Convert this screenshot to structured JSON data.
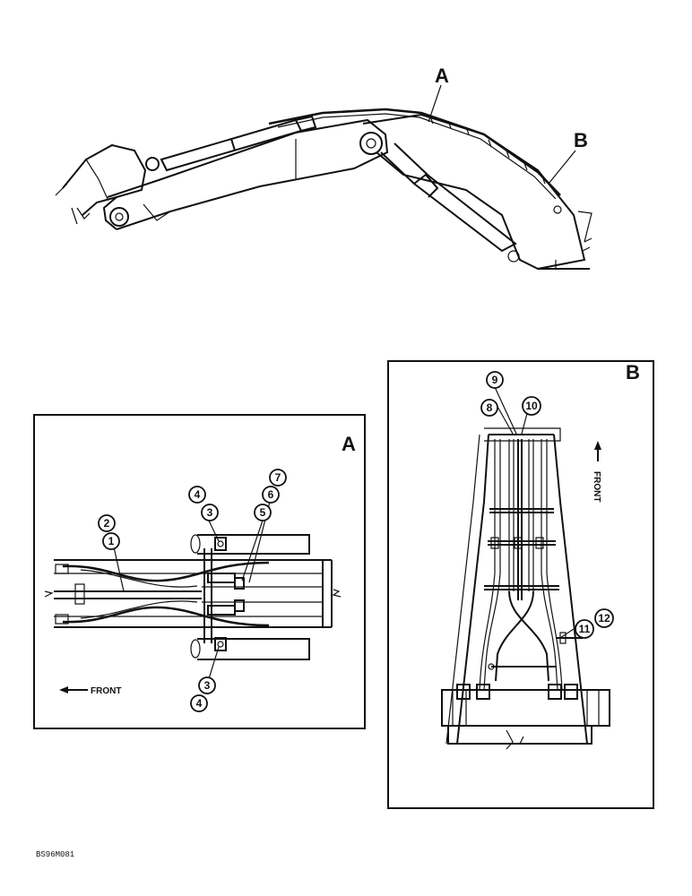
{
  "top_view": {
    "label_a": "A",
    "label_b": "B"
  },
  "detail_a": {
    "title": "A",
    "front_label": "FRONT",
    "callouts": [
      "1",
      "2",
      "3",
      "4",
      "5",
      "6",
      "7",
      "3",
      "4"
    ]
  },
  "detail_b": {
    "title": "B",
    "front_label": "FRONT",
    "callouts": [
      "8",
      "9",
      "10",
      "11",
      "12"
    ]
  },
  "figure_code": "BS96M081"
}
